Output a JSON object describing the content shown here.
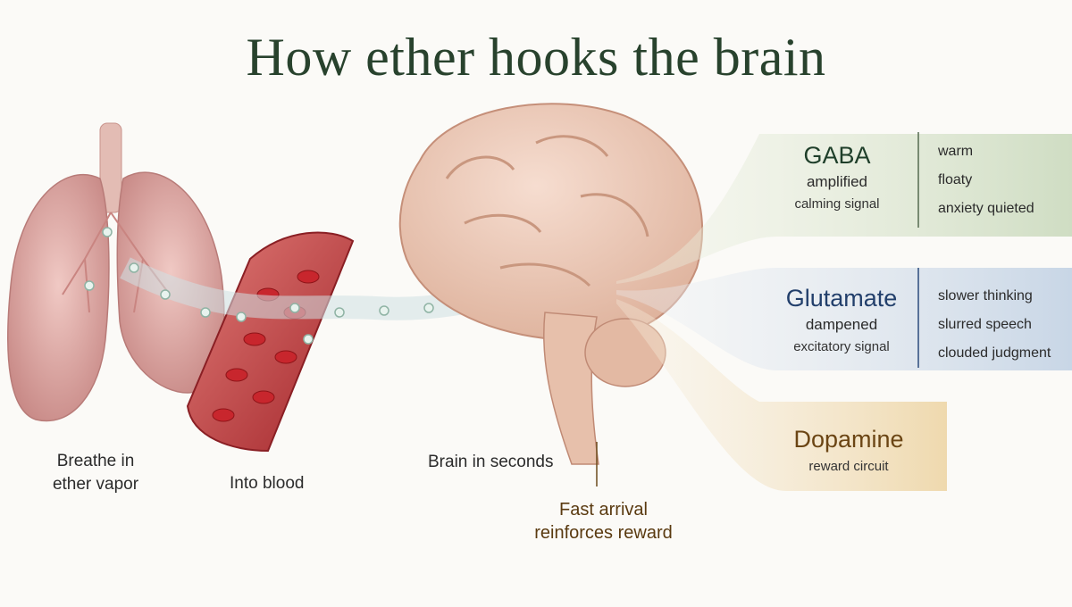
{
  "title": "How ether hooks the brain",
  "steps": {
    "lungs": [
      "Breathe in",
      "ether vapor"
    ],
    "blood": "Into blood",
    "brain": "Brain in seconds"
  },
  "note": [
    "Fast arrival",
    "reinforces reward"
  ],
  "neurotransmitters": [
    {
      "name": "GABA",
      "change": "amplified",
      "signal": "calming signal",
      "effects": [
        "warm",
        "floaty",
        "anxiety quieted"
      ],
      "color": "#1f3f2a",
      "tint": "#dfe9d6"
    },
    {
      "name": "Glutamate",
      "change": "dampened",
      "signal": "excitatory signal",
      "effects": [
        "slower thinking",
        "slurred speech",
        "clouded judgment"
      ],
      "color": "#223f6b",
      "tint": "#d9e3ee"
    },
    {
      "name": "Dopamine",
      "change": "reward circuit",
      "color": "#6b4514",
      "tint": "#f3e4c6"
    }
  ],
  "colors": {
    "title": "#28422d",
    "lung": "#d9a4a0",
    "vessel": "#b8353a",
    "brain": "#ecc7b4"
  }
}
